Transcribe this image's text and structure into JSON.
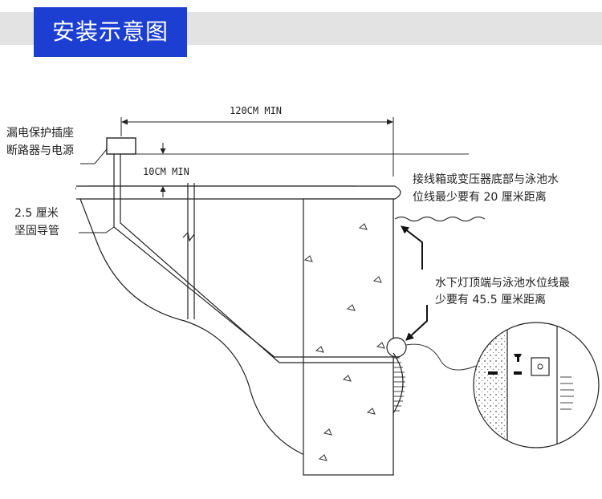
{
  "header": {
    "title": "安装示意图"
  },
  "dimensions": {
    "width_min": "120CM MIN",
    "height_min": "10CM MIN"
  },
  "labels": {
    "power_line1": "漏电保护插座",
    "power_line2": "断路器与电源",
    "conduit_line1": "2.5 厘米",
    "conduit_line2": "坚固导管",
    "junction_line1": "接线箱或变压器底部与泳池水",
    "junction_line2": "位线最少要有 20 厘米距离",
    "light_line1": "水下灯顶端与泳池水位线最",
    "light_line2": "少要有 45.5 厘米距离"
  },
  "colors": {
    "header_band": "#e3e3e3",
    "title_box": "#1d3fd1",
    "title_text": "#ffffff"
  }
}
